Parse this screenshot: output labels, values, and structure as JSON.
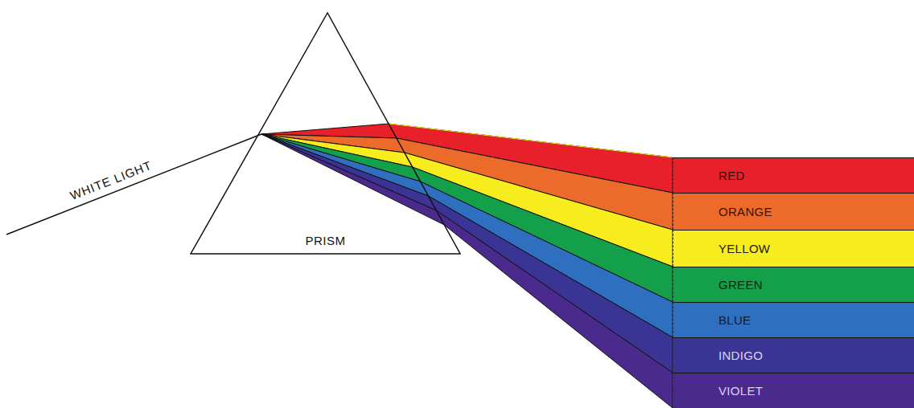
{
  "diagram": {
    "nodes": [
      {
        "text": [
          "PRISM"
        ]
      },
      {
        "text": [
          "RED"
        ]
      },
      {
        "text": [
          "ORANGE"
        ]
      },
      {
        "text": [
          "YELLOW"
        ]
      },
      {
        "text": [
          "GREEN"
        ]
      },
      {
        "text": [
          "BLUE"
        ]
      },
      {
        "text": [
          "INDIGO"
        ]
      },
      {
        "text": [
          "VIOLET"
        ]
      }
    ],
    "labels": [
      "WHITE LIGHT"
    ]
  }
}
